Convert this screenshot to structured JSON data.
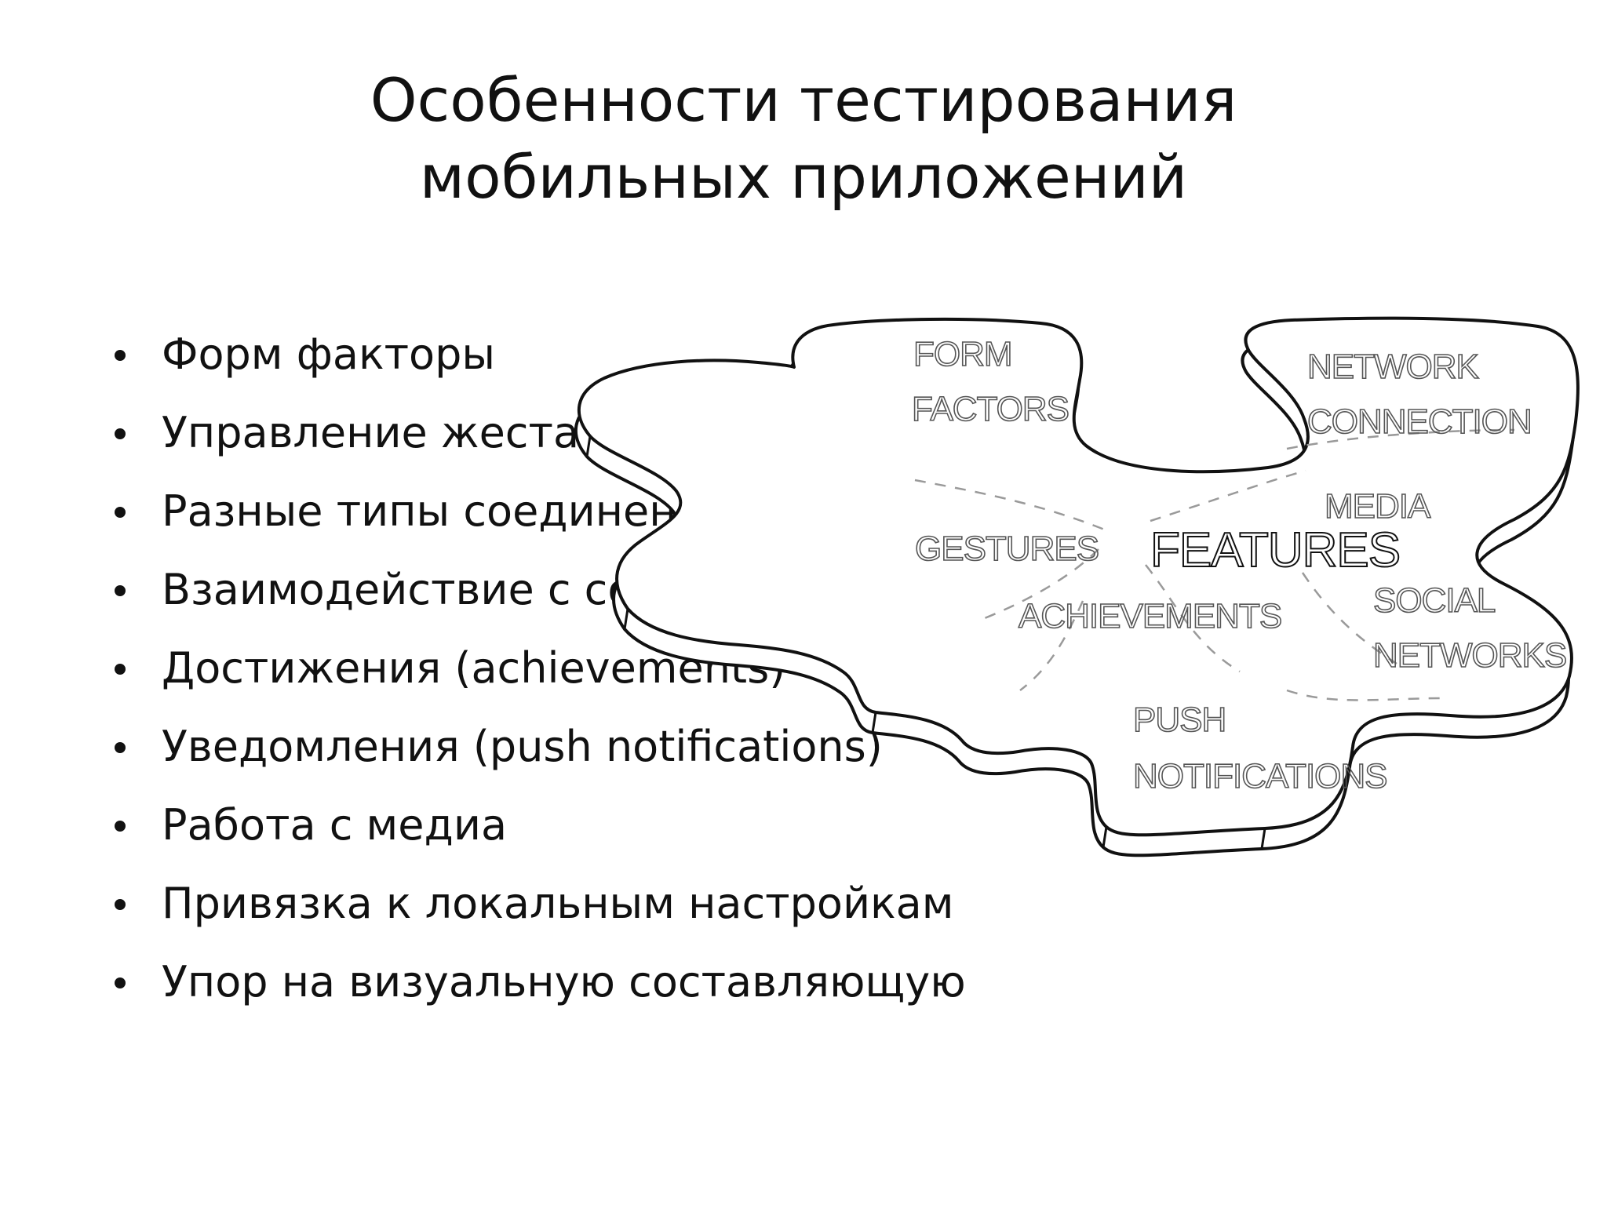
{
  "title": {
    "line1": "Особенности тестирования",
    "line2": "мобильных приложений"
  },
  "bullets": [
    "Форм факторы",
    "Управление жестами",
    "Разные типы соединения",
    "Взаимодействие с соц. сетями",
    "Достижения (achievements)",
    "Уведомления (push notifications)",
    "Работа с медиа",
    "Привязка к локальным настройкам",
    "Упор на визуальную составляющую"
  ],
  "diagram": {
    "center": "FEATURES",
    "labels": {
      "form_1": "FORM",
      "form_2": "FACTORS",
      "network_1": "NETWORK",
      "network_2": "CONNECTION",
      "media": "MEDIA",
      "gestures": "GESTURES",
      "achievements": "ACHIEVEMENTS",
      "social_1": "SOCIAL",
      "social_2": "NETWORKS",
      "push_1": "PUSH",
      "push_2": "NOTIFICATIONS"
    }
  }
}
